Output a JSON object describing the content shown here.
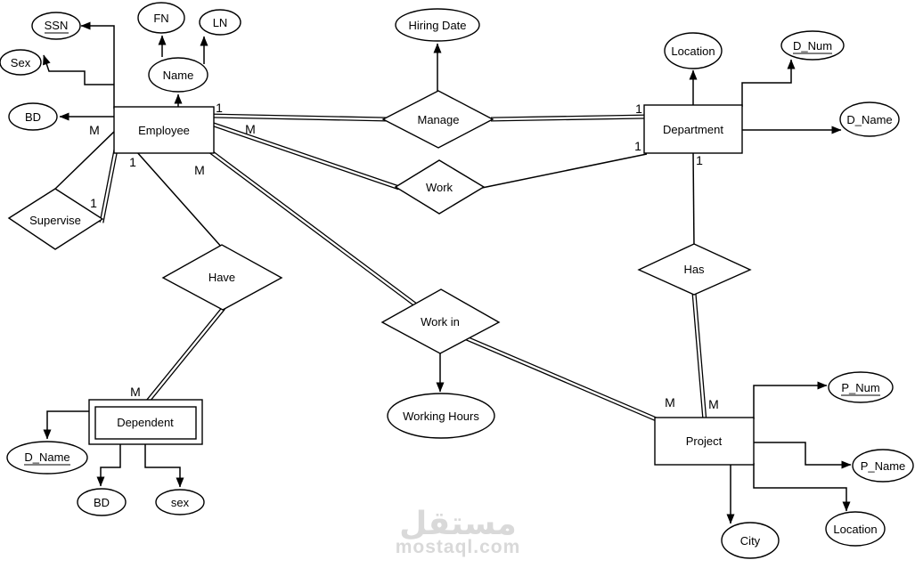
{
  "diagram": {
    "entities": [
      {
        "id": "employee",
        "label": "Employee",
        "weak": false
      },
      {
        "id": "department",
        "label": "Department",
        "weak": false
      },
      {
        "id": "project",
        "label": "Project",
        "weak": false
      },
      {
        "id": "dependent",
        "label": "Dependent",
        "weak": true
      }
    ],
    "relationships": [
      {
        "id": "manage",
        "label": "Manage"
      },
      {
        "id": "work",
        "label": "Work"
      },
      {
        "id": "supervise",
        "label": "Supervise"
      },
      {
        "id": "have",
        "label": "Have"
      },
      {
        "id": "work_in",
        "label": "Work in"
      },
      {
        "id": "has",
        "label": "Has"
      }
    ],
    "attributes": [
      {
        "id": "ssn",
        "label": "SSN",
        "owner": "Employee",
        "key": true
      },
      {
        "id": "sex",
        "label": "Sex",
        "owner": "Employee",
        "key": false
      },
      {
        "id": "bd",
        "label": "BD",
        "owner": "Employee",
        "key": false
      },
      {
        "id": "name",
        "label": "Name",
        "owner": "Employee",
        "key": false
      },
      {
        "id": "fn",
        "label": "FN",
        "owner": "Name",
        "key": false
      },
      {
        "id": "ln",
        "label": "LN",
        "owner": "Name",
        "key": false
      },
      {
        "id": "hiring_date",
        "label": "Hiring Date",
        "owner": "Manage",
        "key": false
      },
      {
        "id": "dept_location",
        "label": "Location",
        "owner": "Department",
        "key": false
      },
      {
        "id": "d_num",
        "label": "D_Num",
        "owner": "Department",
        "key": true
      },
      {
        "id": "dept_d_name",
        "label": "D_Name",
        "owner": "Department",
        "key": false
      },
      {
        "id": "working_hours",
        "label": "Working Hours",
        "owner": "Work in",
        "key": false
      },
      {
        "id": "dep_d_name",
        "label": "D_Name",
        "owner": "Dependent",
        "key": true
      },
      {
        "id": "dep_bd",
        "label": "BD",
        "owner": "Dependent",
        "key": false
      },
      {
        "id": "dep_sex",
        "label": "sex",
        "owner": "Dependent",
        "key": false
      },
      {
        "id": "p_num",
        "label": "P_Num",
        "owner": "Project",
        "key": true
      },
      {
        "id": "p_name",
        "label": "P_Name",
        "owner": "Project",
        "key": false
      },
      {
        "id": "proj_location",
        "label": "Location",
        "owner": "Project",
        "key": false
      },
      {
        "id": "city",
        "label": "City",
        "owner": "Project",
        "key": false
      }
    ],
    "cardinalities": [
      {
        "relationship": "Manage",
        "near": "Employee",
        "value": "1"
      },
      {
        "relationship": "Manage",
        "near": "Department",
        "value": "1"
      },
      {
        "relationship": "Work",
        "near": "Employee",
        "value": "M"
      },
      {
        "relationship": "Work",
        "near": "Department",
        "value": "1"
      },
      {
        "relationship": "Supervise",
        "near": "Employee",
        "value": "M"
      },
      {
        "relationship": "Supervise",
        "near": "Supervise",
        "value": "1"
      },
      {
        "relationship": "Have",
        "near": "Employee",
        "value": "1"
      },
      {
        "relationship": "Have",
        "near": "Dependent",
        "value": "M"
      },
      {
        "relationship": "Work in",
        "near": "Employee",
        "value": "M"
      },
      {
        "relationship": "Work in",
        "near": "Project",
        "value": "M"
      },
      {
        "relationship": "Has",
        "near": "Department",
        "value": "1"
      },
      {
        "relationship": "Has",
        "near": "Project",
        "value": "M"
      }
    ],
    "connections": [
      {
        "from": "Employee",
        "to": "Manage",
        "style": "double"
      },
      {
        "from": "Manage",
        "to": "Department",
        "style": "double"
      },
      {
        "from": "Employee",
        "to": "Work",
        "style": "double"
      },
      {
        "from": "Work",
        "to": "Department",
        "style": "single"
      },
      {
        "from": "Employee",
        "to": "Supervise",
        "style": "single"
      },
      {
        "from": "Supervise",
        "to": "Employee",
        "style": "double"
      },
      {
        "from": "Employee",
        "to": "Have",
        "style": "single"
      },
      {
        "from": "Have",
        "to": "Dependent",
        "style": "double"
      },
      {
        "from": "Employee",
        "to": "Work in",
        "style": "double"
      },
      {
        "from": "Work in",
        "to": "Project",
        "style": "double"
      },
      {
        "from": "Department",
        "to": "Has",
        "style": "single"
      },
      {
        "from": "Has",
        "to": "Project",
        "style": "double"
      }
    ]
  },
  "watermark": {
    "logo_text": "مستقل",
    "site_text": "mostaql.com"
  },
  "colors": {
    "stroke": "#000000",
    "shape_fill": "#ffffff",
    "background": "#ffffff",
    "watermark": "#d9d9d9"
  }
}
